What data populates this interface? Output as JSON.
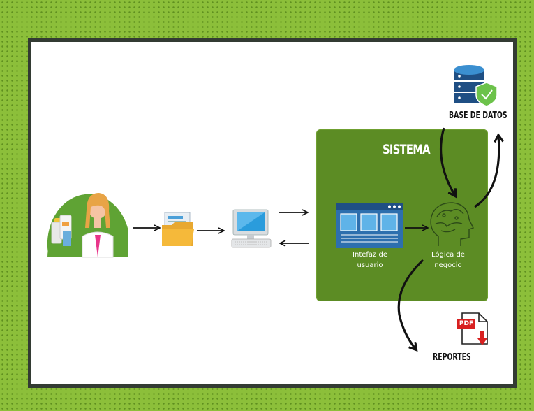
{
  "diagram": {
    "system_title": "SISTEMA",
    "ui_label_line1": "Intefaz de",
    "ui_label_line2": "usuario",
    "logic_label_line1": "Lógica de",
    "logic_label_line2": "negocio",
    "database_label": "BASE DE DATOS",
    "reports_label": "REPORTES",
    "pdf_badge": "PDF"
  },
  "colors": {
    "background": "#8cbf3a",
    "frame_border": "#333b33",
    "system_box": "#5c8c24",
    "accent_blue": "#3b8fd0"
  },
  "icons": [
    "doctor-icon",
    "folder-icon",
    "computer-icon",
    "ui-window-icon",
    "brain-head-icon",
    "database-shield-icon",
    "pdf-download-icon"
  ]
}
